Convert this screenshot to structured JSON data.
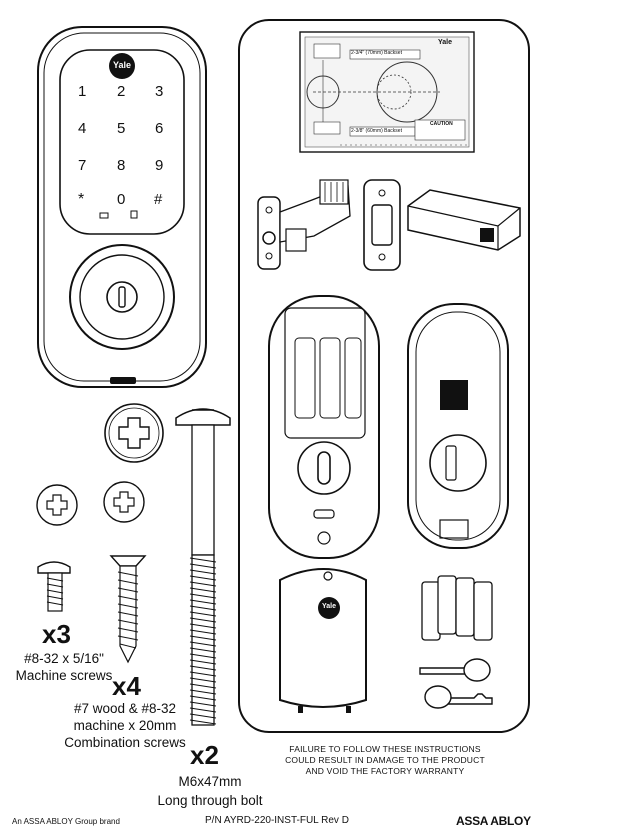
{
  "keypad": {
    "brand": "Yale",
    "keys": [
      "1",
      "2",
      "3",
      "4",
      "5",
      "6",
      "7",
      "8",
      "9",
      "*",
      "0",
      "#"
    ]
  },
  "template_card": {
    "brand": "Yale",
    "labels": [
      "2-3/4\" (70mm) Backset",
      "2-3/8\" (60mm) Backset",
      "CAUTION"
    ]
  },
  "cover": {
    "brand": "Yale"
  },
  "parts": {
    "machine_screws": {
      "qty": "x3",
      "spec": "#8-32 x 5/16\"",
      "name": "Machine screws"
    },
    "combination_screws": {
      "qty": "x4",
      "spec": "#7 wood & #8-32",
      "spec2": "machine x 20mm",
      "name": "Combination screws"
    },
    "through_bolt": {
      "qty": "x2",
      "spec": "M6x47mm",
      "name": "Long through bolt"
    }
  },
  "warning": {
    "line1": "FAILURE TO FOLLOW THESE INSTRUCTIONS",
    "line2": "COULD RESULT IN DAMAGE TO THE PRODUCT",
    "line3": "AND VOID THE FACTORY WARRANTY"
  },
  "footer": {
    "group": "An ASSA ABLOY Group brand",
    "part_number": "P/N AYRD-220-INST-FUL Rev D",
    "logo": "ASSA ABLOY"
  }
}
